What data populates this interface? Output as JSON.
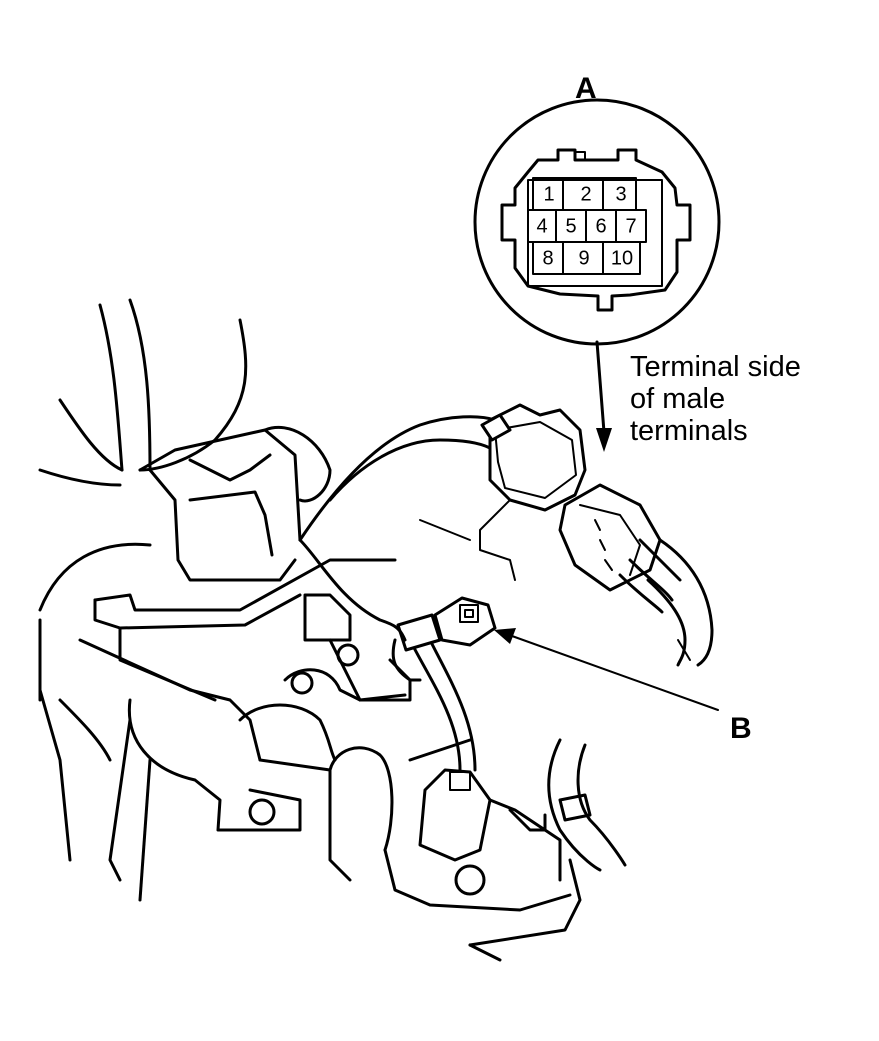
{
  "callouts": {
    "a": "A",
    "b": "B"
  },
  "caption_lines": [
    "Terminal side",
    "of male",
    "terminals"
  ],
  "connector_pins": [
    [
      "1",
      "2",
      "3"
    ],
    [
      "4",
      "5",
      "6",
      "7"
    ],
    [
      "8",
      "9",
      "10"
    ]
  ]
}
